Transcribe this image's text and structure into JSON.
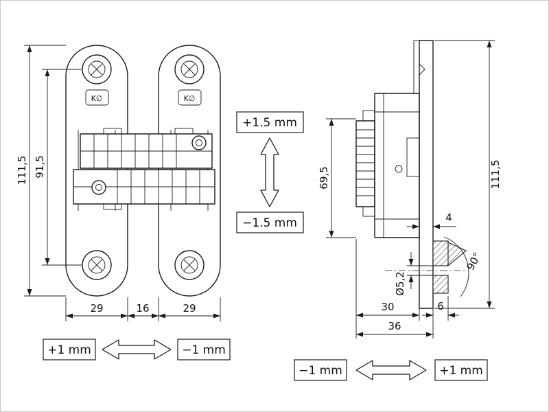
{
  "drawing": {
    "background": "#ffffff",
    "line_color": "#1b1b1b",
    "description": "Concealed invisible hinge technical drawing, front view and side section view with adjustment ranges"
  },
  "front_view": {
    "logo_left": "K∅",
    "logo_right": "K∅",
    "dims": {
      "total_height": "111,5",
      "hole_spacing": "91,5",
      "left_plate_width": "29",
      "center_gap": "16",
      "right_plate_width": "29"
    }
  },
  "side_view": {
    "dims": {
      "body_height": "69,5",
      "total_height": "111,5",
      "plate_thickness": "4",
      "opening_angle": "90°",
      "hole_diameter": "Ø5,2",
      "body_depth": "30",
      "flange_depth": "6",
      "total_depth": "36"
    }
  },
  "adjustments": {
    "vertical_plus": "+1.5 mm",
    "vertical_minus": "−1.5 mm",
    "front_plus": "+1 mm",
    "front_minus": "−1 mm",
    "side_minus": "−1 mm",
    "side_plus": "+1 mm"
  }
}
